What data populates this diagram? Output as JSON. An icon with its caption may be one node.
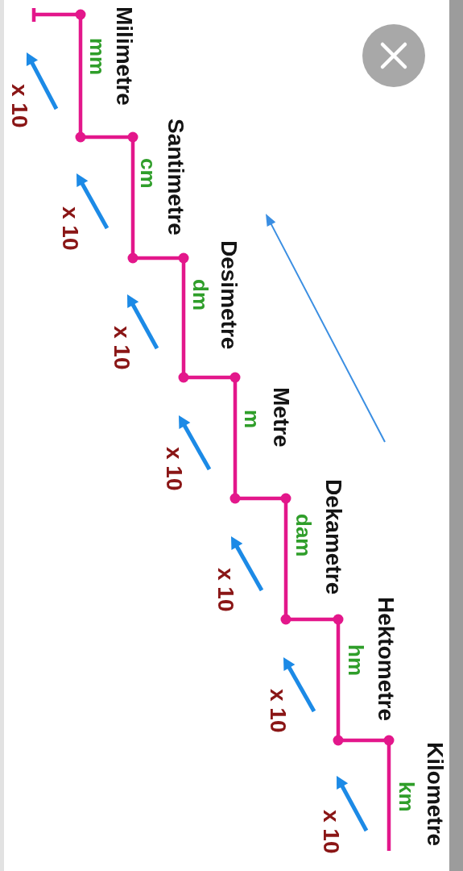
{
  "diagram": {
    "labels": [
      "Milimetre",
      "mm",
      "x 10",
      "Santimetre",
      "cm",
      "x 10",
      "Desimetre",
      "dm",
      "x 10",
      "Metre",
      "m",
      "x 10",
      "Dekametre",
      "dam",
      "x 10",
      "Hektometre",
      "hm",
      "x 10",
      "Kilometre",
      "km",
      "x 10"
    ]
  }
}
